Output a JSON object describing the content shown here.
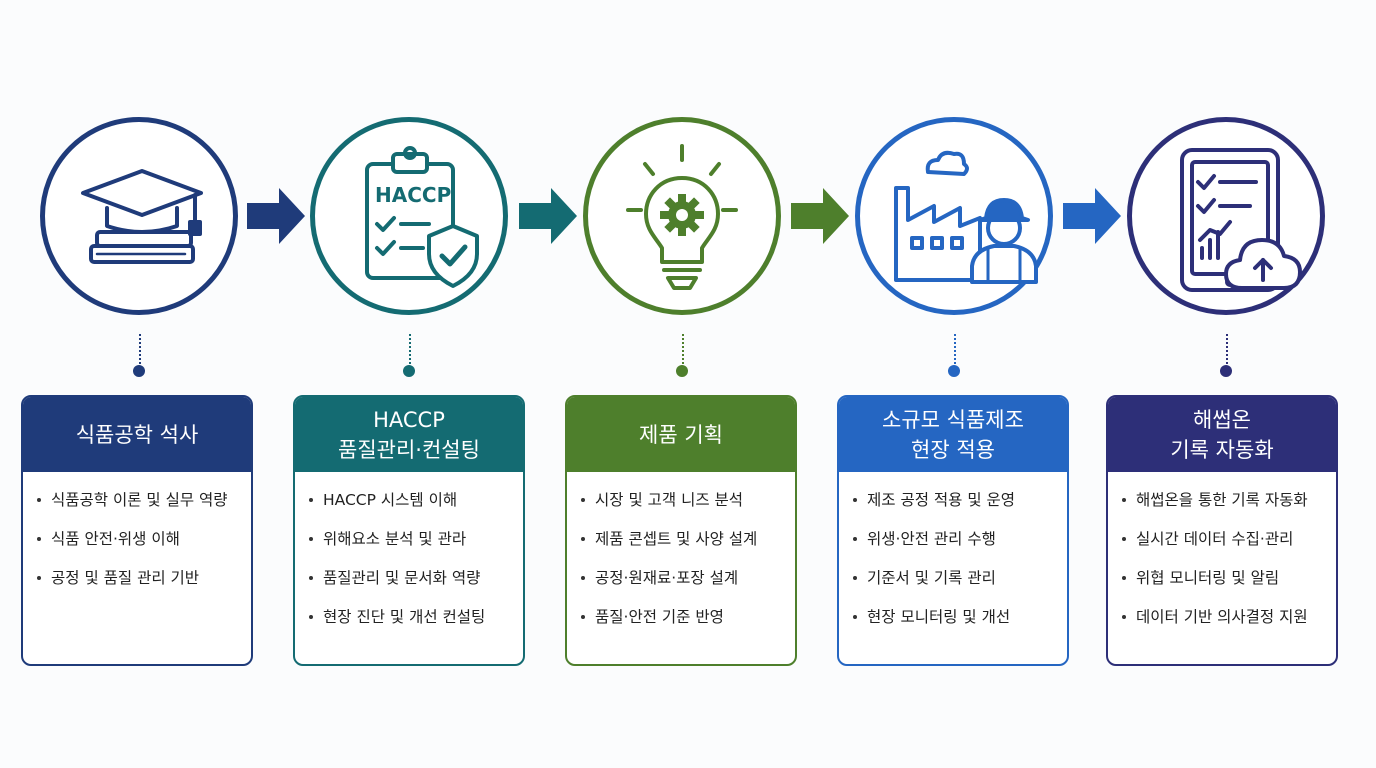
{
  "colors": {
    "stage1": "#1f3b7a",
    "stage2": "#146b72",
    "stage3": "#4e7f2c",
    "stage4": "#2566c2",
    "stage5": "#2d2f78"
  },
  "stages": [
    {
      "icon": "graduation-cap-books-icon",
      "title": "식품공학 석사",
      "items": [
        "식품공학 이론 및 실무 역량",
        "식품 안전·위생 이해",
        "공정 및 품질 관리 기반"
      ]
    },
    {
      "icon": "haccp-clipboard-shield-icon",
      "icon_text": "HACCP",
      "title": "HACCP\n품질관리·컨설팅",
      "items": [
        "HACCP 시스템 이해",
        "위해요소 분석 및 관라",
        "품질관리 및 문서화 역량",
        "현장 진단 및 개선 컨설팅"
      ]
    },
    {
      "icon": "lightbulb-gear-icon",
      "title": "제품 기획",
      "items": [
        "시장 및 고객 니즈 분석",
        "제품 콘셉트 및 사양 설계",
        "공정·원재료·포장 설계",
        "품질·안전 기준 반영"
      ]
    },
    {
      "icon": "factory-worker-icon",
      "title": "소규모 식품제조\n현장 적용",
      "items": [
        "제조 공정 적용 및 운영",
        "위생·안전 관리 수행",
        "기준서 및 기록 관리",
        "현장 모니터링 및 개선"
      ]
    },
    {
      "icon": "tablet-checklist-cloud-icon",
      "title": "해썹온\n기록 자동화",
      "items": [
        "해썹온을 통한 기록 자동화",
        "실시간 데이터 수집·관리",
        "위협 모니터링 및 알림",
        "데이터 기반 의사결정 지원"
      ]
    }
  ]
}
